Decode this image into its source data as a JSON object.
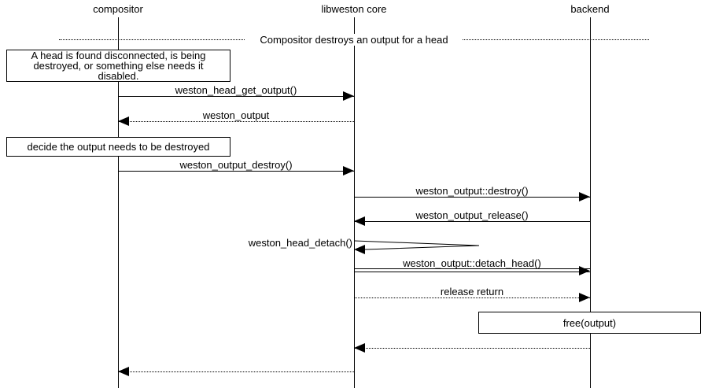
{
  "diagram": {
    "type": "sequence-diagram",
    "colors": {
      "line": "#000000",
      "background": "#ffffff"
    },
    "participants": [
      {
        "name": "compositor"
      },
      {
        "name": "libweston core"
      },
      {
        "name": "backend"
      }
    ],
    "divider": {
      "label": "Compositor destroys an output for a head"
    },
    "notes": [
      {
        "text": "A head is found disconnected, is being\ndestroyed, or something else needs it\ndisabled."
      },
      {
        "text": "decide the output needs to be destroyed"
      }
    ],
    "action_box": {
      "text": "free(output)"
    },
    "messages": [
      {
        "label": "weston_head_get_output()",
        "from": "compositor",
        "to": "libweston core",
        "line": "solid"
      },
      {
        "label": "weston_output",
        "from": "libweston core",
        "to": "compositor",
        "line": "dotted"
      },
      {
        "label": "weston_output_destroy()",
        "from": "compositor",
        "to": "libweston core",
        "line": "solid"
      },
      {
        "label": "weston_output::destroy()",
        "from": "libweston core",
        "to": "backend",
        "line": "solid"
      },
      {
        "label": "weston_output_release()",
        "from": "backend",
        "to": "libweston core",
        "line": "solid"
      },
      {
        "label": "weston_head_detach()",
        "from": "libweston core",
        "to": "libweston core",
        "line": "self"
      },
      {
        "label": "weston_output::detach_head()",
        "from": "libweston core",
        "to": "backend",
        "line": "double"
      },
      {
        "label": "release return",
        "from": "libweston core",
        "to": "backend",
        "line": "dotted"
      },
      {
        "label": "",
        "from": "backend",
        "to": "libweston core",
        "line": "dotted"
      },
      {
        "label": "",
        "from": "libweston core",
        "to": "compositor",
        "line": "dotted"
      }
    ]
  }
}
